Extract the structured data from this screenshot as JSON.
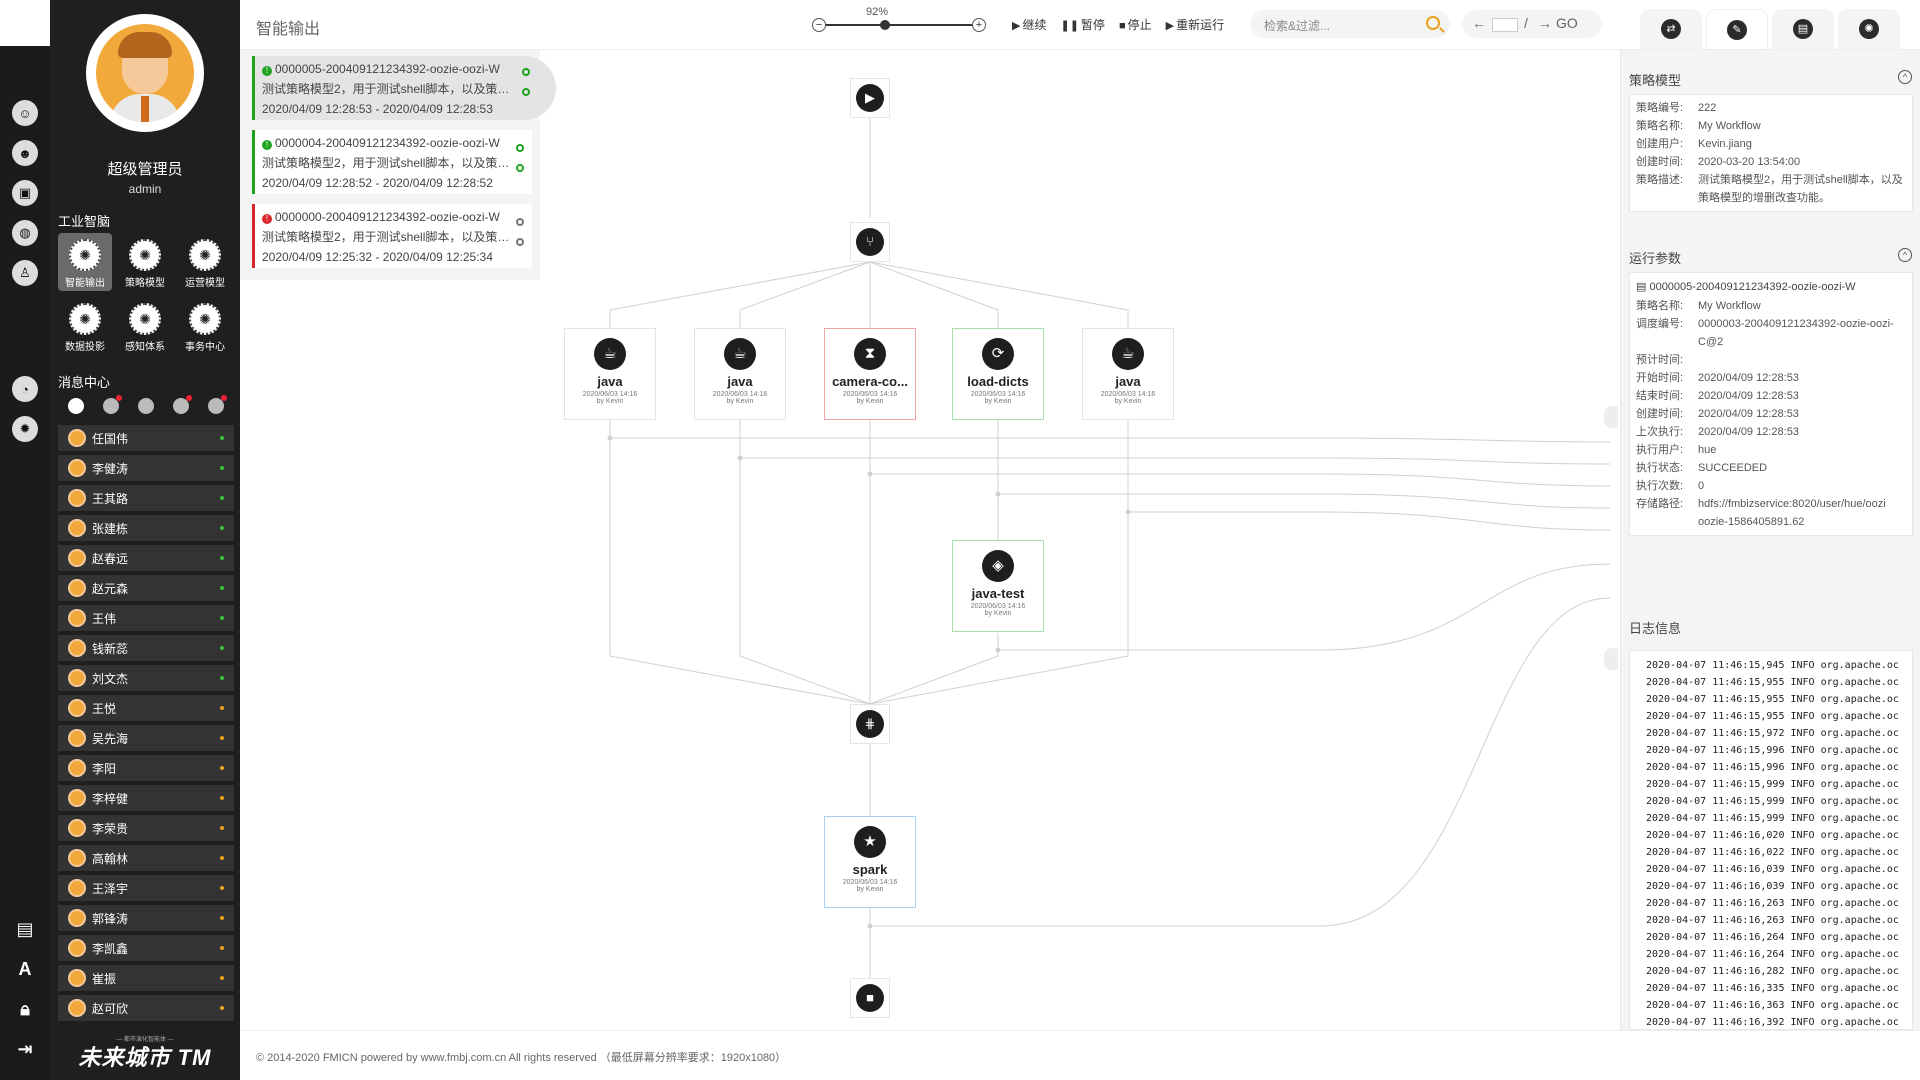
{
  "app": {
    "page_title": "智能输出",
    "footer": "© 2014-2020 FMICN powered by www.fmbj.com.cn All rights reserved    （最低屏幕分辨率要求：1920x1080）",
    "brand": "未来城市 TM",
    "brand_sub": "— 都市演化智能体 —"
  },
  "user": {
    "display_name": "超级管理员",
    "id": "admin"
  },
  "sidebar": {
    "section_ai": "工业智脑",
    "modules": [
      {
        "label": "智能输出",
        "icon": "output-icon",
        "active": true
      },
      {
        "label": "策略模型",
        "icon": "strategy-icon",
        "active": false
      },
      {
        "label": "运营模型",
        "icon": "operation-icon",
        "active": false
      },
      {
        "label": "数据投影",
        "icon": "data-projection-icon",
        "active": false
      },
      {
        "label": "感知体系",
        "icon": "perception-icon",
        "active": false
      },
      {
        "label": "事务中心",
        "icon": "affairs-icon",
        "active": false
      }
    ],
    "section_msg": "消息中心",
    "contacts": [
      {
        "name": "任国伟",
        "status_color": "#3cc33c"
      },
      {
        "name": "李健涛",
        "status_color": "#3cc33c"
      },
      {
        "name": "王其路",
        "status_color": "#3cc33c"
      },
      {
        "name": "张建栋",
        "status_color": "#3cc33c"
      },
      {
        "name": "赵春远",
        "status_color": "#3cc33c"
      },
      {
        "name": "赵元森",
        "status_color": "#3cc33c"
      },
      {
        "name": "王伟",
        "status_color": "#3cc33c"
      },
      {
        "name": "钱新蕊",
        "status_color": "#3cc33c"
      },
      {
        "name": "刘文杰",
        "status_color": "#3cc33c"
      },
      {
        "name": "王悦",
        "status_color": "#e8a21c"
      },
      {
        "name": "吴先海",
        "status_color": "#e8a21c"
      },
      {
        "name": "李阳",
        "status_color": "#e8a21c"
      },
      {
        "name": "李梓健",
        "status_color": "#e8a21c"
      },
      {
        "name": "李荣贵",
        "status_color": "#e8a21c"
      },
      {
        "name": "高翰林",
        "status_color": "#e8a21c"
      },
      {
        "name": "王泽宇",
        "status_color": "#e8a21c"
      },
      {
        "name": "郭锋涛",
        "status_color": "#e8a21c"
      },
      {
        "name": "李凯鑫",
        "status_color": "#e8a21c"
      },
      {
        "name": "崔振",
        "status_color": "#e8a21c"
      },
      {
        "name": "赵可欣",
        "status_color": "#e8a21c"
      }
    ]
  },
  "toolbar": {
    "zoom": "92%",
    "zoom_out": "−",
    "zoom_in": "+",
    "resume": "继续",
    "pause": "暂停",
    "stop": "停止",
    "rerun": "重新运行",
    "search_placeholder": "检索&过滤...",
    "page_sep": "/",
    "go": "GO"
  },
  "history": [
    {
      "id": "0000005-200409121234392-oozie-oozi-W",
      "desc": "测试策略模型2，用于测试shell脚本，以及策略模型的增删改查功能。",
      "time": "2020/04/09 12:28:53 - 2020/04/09 12:28:53",
      "status_color": "#1ea31e"
    },
    {
      "id": "0000004-200409121234392-oozie-oozi-W",
      "desc": "测试策略模型2，用于测试shell脚本，以及策略模型的增删改查功能。",
      "time": "2020/04/09 12:28:52 - 2020/04/09 12:28:52",
      "status_color": "#1ea31e"
    },
    {
      "id": "0000000-200409121234392-oozie-oozi-W",
      "desc": "测试策略模型2，用于测试shell脚本，以及策略模型的增删改查功能。",
      "time": "2020/04/09 12:25:32 - 2020/04/09 12:25:34",
      "status_color": "#d9252c"
    }
  ],
  "workflow": {
    "nodes": [
      {
        "label": "java",
        "date": "2020/06/03 14:16",
        "by": "by Kevin",
        "state": "default"
      },
      {
        "label": "java",
        "date": "2020/06/03 14:16",
        "by": "by Kevin",
        "state": "default"
      },
      {
        "label": "camera-co...",
        "date": "2020/06/03 14:16",
        "by": "by Kevin",
        "state": "err"
      },
      {
        "label": "load-dicts",
        "date": "2020/06/03 14:16",
        "by": "by Kevin",
        "state": "ok"
      },
      {
        "label": "java",
        "date": "2020/06/03 14:16",
        "by": "by Kevin",
        "state": "default"
      },
      {
        "label": "java-test",
        "date": "2020/06/03 14:16",
        "by": "by Kevin",
        "state": "ok"
      },
      {
        "label": "spark",
        "date": "2020/06/03 14:16",
        "by": "by Kevin",
        "state": "run"
      }
    ]
  },
  "strategy_model": {
    "title": "策略模型",
    "rows": [
      {
        "k": "策略编号:",
        "v": "222"
      },
      {
        "k": "策略名称:",
        "v": "My Workflow"
      },
      {
        "k": "创建用户:",
        "v": "Kevin.jiang"
      },
      {
        "k": "创建时间:",
        "v": "2020-03-20 13:54:00"
      },
      {
        "k": "策略描述:",
        "v": "测试策略模型2，用于测试shell脚本，以及策略模型的增删改查功能。"
      }
    ]
  },
  "run_params": {
    "title": "运行参数",
    "header": "0000005-200409121234392-oozie-oozi-W",
    "rows": [
      {
        "k": "策略名称:",
        "v": "My Workflow"
      },
      {
        "k": "调度编号:",
        "v": "0000003-200409121234392-oozie-oozi-C@2"
      },
      {
        "k": "预计时间:",
        "v": ""
      },
      {
        "k": "开始时间:",
        "v": "2020/04/09 12:28:53"
      },
      {
        "k": "结束时间:",
        "v": "2020/04/09 12:28:53"
      },
      {
        "k": "创建时间:",
        "v": "2020/04/09 12:28:53"
      },
      {
        "k": "上次执行:",
        "v": "2020/04/09 12:28:53"
      },
      {
        "k": "执行用户:",
        "v": "hue"
      },
      {
        "k": "执行状态:",
        "v": "SUCCEEDED"
      },
      {
        "k": "执行次数:",
        "v": "0"
      },
      {
        "k": "存储路径:",
        "v": "hdfs://fmbizservice:8020/user/hue/oozi oozie-1586405891.62"
      }
    ]
  },
  "log": {
    "title": "日志信息",
    "lines": [
      "2020-04-07 11:46:15,945 INFO org.apache.oc",
      "2020-04-07 11:46:15,955 INFO org.apache.oc",
      "2020-04-07 11:46:15,955 INFO org.apache.oc",
      "2020-04-07 11:46:15,955 INFO org.apache.oc",
      "2020-04-07 11:46:15,972 INFO org.apache.oc",
      "2020-04-07 11:46:15,996 INFO org.apache.oc",
      "2020-04-07 11:46:15,996 INFO org.apache.oc",
      "2020-04-07 11:46:15,999 INFO org.apache.oc",
      "2020-04-07 11:46:15,999 INFO org.apache.oc",
      "2020-04-07 11:46:15,999 INFO org.apache.oc",
      "2020-04-07 11:46:16,020 INFO org.apache.oc",
      "2020-04-07 11:46:16,022 INFO org.apache.oc",
      "2020-04-07 11:46:16,039 INFO org.apache.oc",
      "2020-04-07 11:46:16,039 INFO org.apache.oc",
      "2020-04-07 11:46:16,263 INFO org.apache.oc",
      "2020-04-07 11:46:16,263 INFO org.apache.oc",
      "2020-04-07 11:46:16,264 INFO org.apache.oc",
      "2020-04-07 11:46:16,264 INFO org.apache.oc",
      "2020-04-07 11:46:16,282 INFO org.apache.oc",
      "2020-04-07 11:46:16,335 INFO org.apache.oc",
      "2020-04-07 11:46:16,363 INFO org.apache.oc",
      "2020-04-07 11:46:16,392 INFO org.apache.oc"
    ]
  }
}
